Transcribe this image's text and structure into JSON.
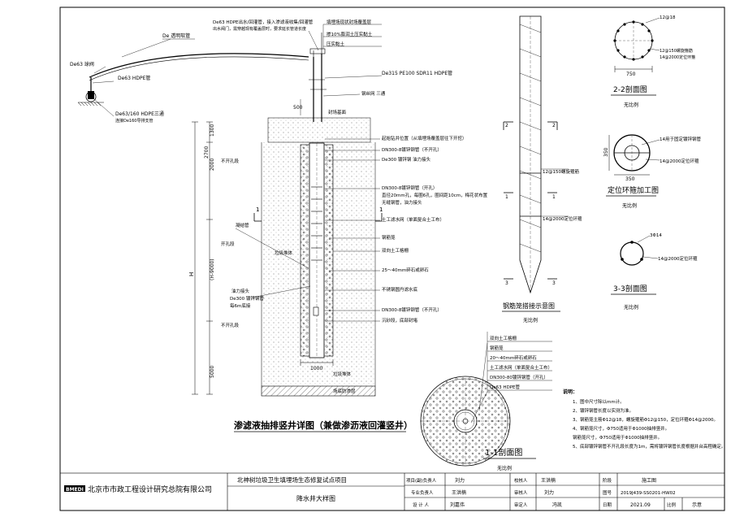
{
  "main_title": "渗滤液抽排竖井详图（兼做渗沥液回灌竖井）",
  "main_scale": "",
  "top_labels": {
    "de63_hdpe_note1": "De63 HDPE出水/回灌管，接入渗滤液收集/回灌管",
    "de63_hdpe_note2": "出水阀门，需穿越现有覆盖层时，要求延长管道长度",
    "de_pipe": "De 透明软管",
    "de63_left": "De63 球阀",
    "de63_hdpe": "De63 HDPE管",
    "de63_160": "De63/160 HDPE三通",
    "de160_note": "连接De160导排支管",
    "de315": "De315 PE100 SDR11 HDPE管",
    "cover_layer": "填埋场现状封场覆盖层",
    "layer_10": "掺10%膨润土压实黏土",
    "layer_compact": "压实黏土",
    "seal_base": "封场基面",
    "ring_weld": "钢丝网 三通"
  },
  "layer_labels": [
    "起始钻井位置（从填埋场覆盖层往下开挖）",
    "DN300-8镀锌钢管（不开孔）",
    "De300 镀锌钢  油力接头",
    "DN300-8镀锌钢管（开孔）",
    "直径20mm孔，每圈6孔，圈间距10cm，梅花状布置",
    "无缝钢管，油力接头",
    "土工滤水网（单面复合土工布）",
    "钢筋笼",
    "双向土工格栅",
    "25～40mm碎石或卵石",
    "不锈钢圆丹滤水底",
    "DN300-8镀锌钢管（不开孔）",
    "沉砂段，底部封堵"
  ],
  "left_labels": {
    "drill_pipe": "凝结管",
    "waste_body": "垃圾堆体",
    "not_open_hole": "不开孔段",
    "open_hole": "开孔段",
    "hole_note_a": "油力接头",
    "hole_note_b": "De300 镀锌钢管",
    "hole_note_c": "每6m底接",
    "pump_body": "垃圾堆体",
    "liner_base": "场底防渗层"
  },
  "dims_left": [
    "1300",
    "2000",
    "2700",
    "H",
    "(H-9000)",
    "5000",
    "1000",
    "500"
  ],
  "section1_label": "1",
  "rebar_title": "钢筋笼搭接示意图",
  "rebar_scale": "无比例",
  "rebar_labels": [
    "2",
    "1",
    "3",
    "2",
    "1",
    "3"
  ],
  "rebar_notes": [
    "12@150螺旋箍筋",
    "14@2000定位环箍"
  ],
  "sec22_title": "2-2剖面图",
  "sec22_scale": "无比例",
  "sec22_notes": [
    "12@18",
    "12@150螺旋箍筋",
    "14@2000定位环箍"
  ],
  "sec22_dim": "750",
  "ring_title": "定位环箍加工图",
  "ring_scale": "无比例",
  "ring_notes": [
    "14用于固定镀锌钢管",
    "14@2000定位环箍"
  ],
  "ring_dims": [
    "350",
    "350"
  ],
  "sec33_title": "3-3剖面图",
  "sec33_scale": "无比例",
  "sec33_notes": [
    "3Φ14",
    "14@2000定位环箍"
  ],
  "sec11_title": "1-1剖面图",
  "sec11_scale": "无比例",
  "sec11_legend": [
    "双向土工格栅",
    "钢筋笼",
    "20～40mm碎石或卵石",
    "土工滤水网（单面复合土工布）",
    "DN300-80镀锌钢管（开孔）",
    "De63 HDPE管"
  ],
  "notes_title": "说明：",
  "notes": [
    "1、图中尺寸除以mm计。",
    "2、镀锌钢管长度以实测为准。",
    "3、钢筋笼主筋Φ12@18，螺旋箍筋Φ12@150，定位环箍Φ14@2000。",
    "4、钢筋笼尺寸，Φ750适用于Φ1000抽排竖井。",
    "   钢筋笼尺寸，Φ750适用于Φ1000抽排竖井。",
    "5、底部镀锌钢管不开孔段长度为1m，需将镀锌钢管长度根据井台高程确定。"
  ],
  "title_block": {
    "company": "北京市市政工程设计研究总院有限公司",
    "logo": "BMEDI",
    "project": "北神树垃圾卫生填埋场生态修复试点项目",
    "drawing_name": "降水井大样图",
    "rows": [
      [
        "项目(副)负责人",
        "刘力",
        "校核人",
        "王洪楠",
        "阶段",
        "施工图"
      ],
      [
        "专业负责人",
        "王洪楠",
        "审核人",
        "刘力",
        "图号",
        "2019J439-SS0201-HW02"
      ],
      [
        "设 计 人",
        "刘嘉伟",
        "审定人",
        "冯凯",
        "日期",
        "2021.09",
        "比例",
        "示意"
      ]
    ]
  }
}
